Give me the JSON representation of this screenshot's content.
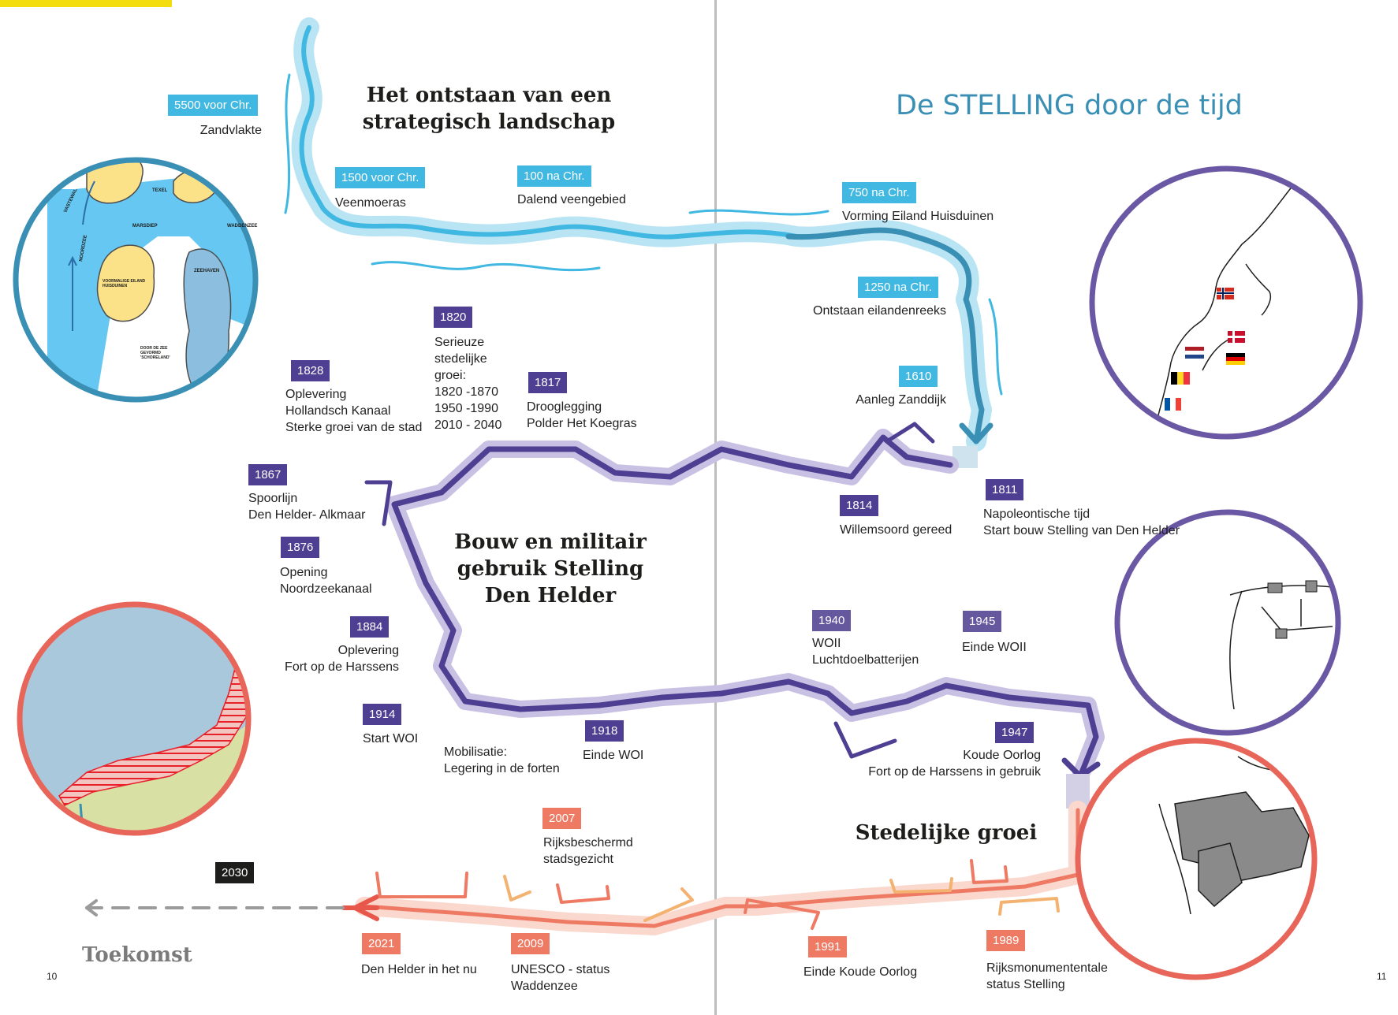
{
  "page_title": "De STELLING door de tijd",
  "headings": {
    "landscape": "Het ontstaan van een\nstrategisch landschap",
    "military": "Bouw en militair\ngebruik Stelling\nDen Helder",
    "urban": "Stedelijke groei"
  },
  "future_label": "Toekomst",
  "page_numbers": {
    "left": "10",
    "right": "11"
  },
  "events": {
    "e5500": {
      "year": "5500 voor Chr.",
      "text": "Zandvlakte"
    },
    "e1500": {
      "year": "1500 voor Chr.",
      "text": "Veenmoeras"
    },
    "e100": {
      "year": "100 na Chr.",
      "text": "Dalend veengebied"
    },
    "e750": {
      "year": "750 na Chr.",
      "text": "Vorming Eiland Huisduinen"
    },
    "e1250": {
      "year": "1250 na Chr.",
      "text": "Ontstaan eilandenreeks"
    },
    "e1610": {
      "year": "1610",
      "text": "Aanleg Zanddijk"
    },
    "e1811": {
      "year": "1811",
      "text": "Napoleontische tijd\nStart bouw Stelling van Den Helder"
    },
    "e1814": {
      "year": "1814",
      "text": "Willemsoord gereed"
    },
    "e1817": {
      "year": "1817",
      "text": "Drooglegging\nPolder Het Koegras"
    },
    "e1820": {
      "year": "1820",
      "text": "Serieuze\nstedelijke\ngroei:\n1820 -1870\n1950 -1990\n2010 - 2040"
    },
    "e1828": {
      "year": "1828",
      "text": "Oplevering\nHollandsch Kanaal\nSterke groei van de stad"
    },
    "e1867": {
      "year": "1867",
      "text": "Spoorlijn\nDen Helder- Alkmaar"
    },
    "e1876": {
      "year": "1876",
      "text": "Opening\nNoordzeekanaal"
    },
    "e1884": {
      "year": "1884",
      "text": "Oplevering\nFort op de Harssens"
    },
    "e1914": {
      "year": "1914",
      "text": "Start WOI"
    },
    "mobilisatie": {
      "text": "Mobilisatie:\nLegering in de forten"
    },
    "e1918": {
      "year": "1918",
      "text": "Einde WOI"
    },
    "e1940": {
      "year": "1940",
      "text": "WOII\nLuchtdoelbatterijen"
    },
    "e1945": {
      "year": "1945",
      "text": "Einde WOII"
    },
    "e1947": {
      "year": "1947",
      "text": "Koude Oorlog\nFort op de Harssens in gebruik"
    },
    "e2007": {
      "year": "2007",
      "text": "Rijksbeschermd\nstadsgezicht"
    },
    "e1989": {
      "year": "1989",
      "text": "Rijksmonumententale\nstatus Stelling"
    },
    "e1991": {
      "year": "1991",
      "text": "Einde Koude Oorlog"
    },
    "e2009": {
      "year": "2009",
      "text": "UNESCO - status\nWaddenzee"
    },
    "e2021": {
      "year": "2021",
      "text": "Den Helder in het nu"
    },
    "e2030": {
      "year": "2030"
    }
  },
  "map_labels": {
    "texel": "TEXEL",
    "marsdiep": "MARSDIEP",
    "waddenzee": "WADDENZEE",
    "zeehaven": "ZEEHAVEN",
    "noordzee": "NOORDZEE",
    "vastewal": "VASTEWAL",
    "huisduinen": "VOORMALIGE EILAND\nHUISDUINEN",
    "schoreland": "DOOR DE ZEE\nGEVORMD\n'SCHORELAND'"
  },
  "colors": {
    "water_blue": "#40b8e2",
    "deep_blue": "#3a8fb5",
    "military_purple": "#4e3f92",
    "urban_orange": "#ee7a64",
    "light_orange": "#f4b271",
    "circle_teal": "#3a8fb5",
    "circle_purple": "#6a58a4",
    "circle_red": "#e86657"
  }
}
